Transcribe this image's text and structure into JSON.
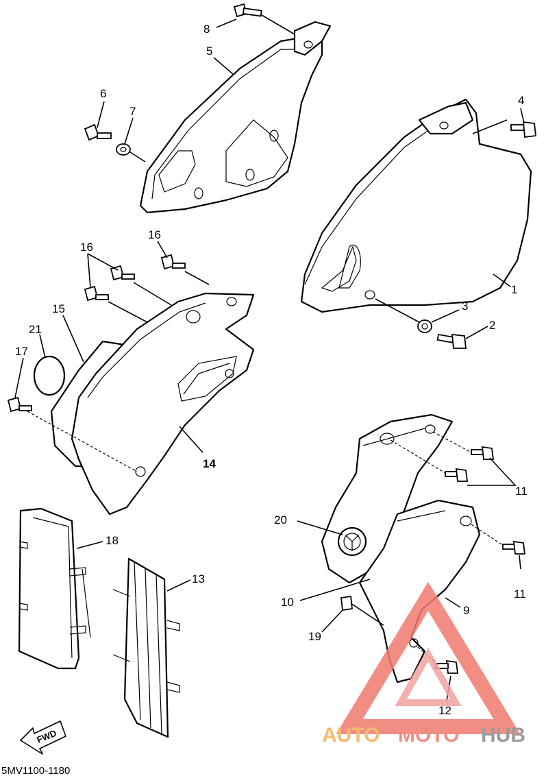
{
  "diagram_code": "5MV1100-1180",
  "fwd_label": "FWD",
  "watermark": {
    "part_a": "AUTO",
    "part_b": "MOTO",
    "part_c": "HUB",
    "color_a": "#f2b15a",
    "color_b": "#f07a6e",
    "color_c": "#8a8a8a"
  },
  "callouts": {
    "c1": "1",
    "c2": "2",
    "c3": "3",
    "c4": "4",
    "c5": "5",
    "c6": "6",
    "c7": "7",
    "c8": "8",
    "c9": "9",
    "c10": "10",
    "c11a": "11",
    "c11b": "11",
    "c12": "12",
    "c13": "13",
    "c14": "14",
    "c15": "15",
    "c16a": "16",
    "c16b": "16",
    "c17": "17",
    "c18": "18",
    "c19": "19",
    "c20": "20",
    "c21": "21"
  }
}
